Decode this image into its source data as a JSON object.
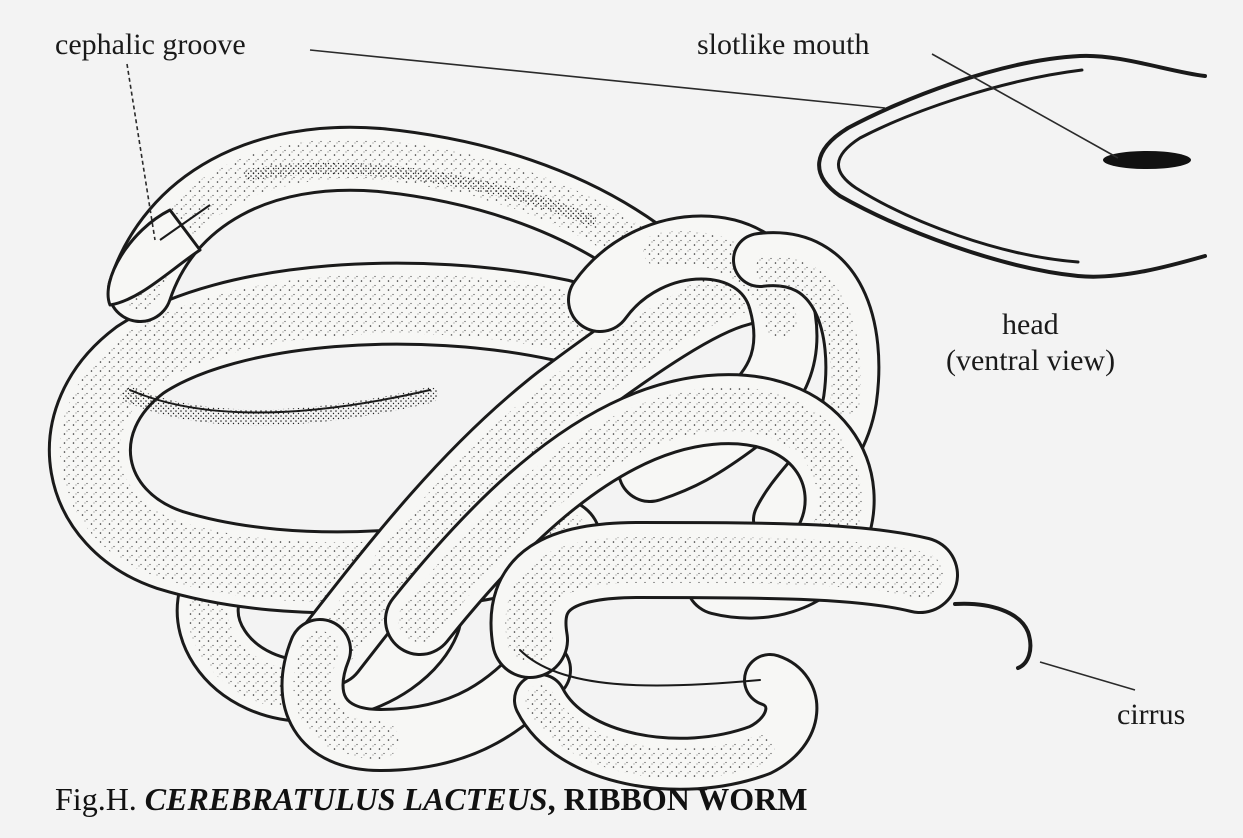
{
  "labels": {
    "cephalic_groove": "cephalic groove",
    "slotlike_mouth": "slotlike mouth",
    "head": "head",
    "ventral_view": "(ventral view)",
    "cirrus": "cirrus"
  },
  "caption": {
    "prefix": "Fig.H.",
    "species": "CEREBRATULUS LACTEUS",
    "separator": ",",
    "common_name": "RIBBON WORM"
  },
  "colors": {
    "background": "#f3f3f3",
    "ink": "#1a1a1a",
    "worm_fill": "#f7f7f5"
  }
}
